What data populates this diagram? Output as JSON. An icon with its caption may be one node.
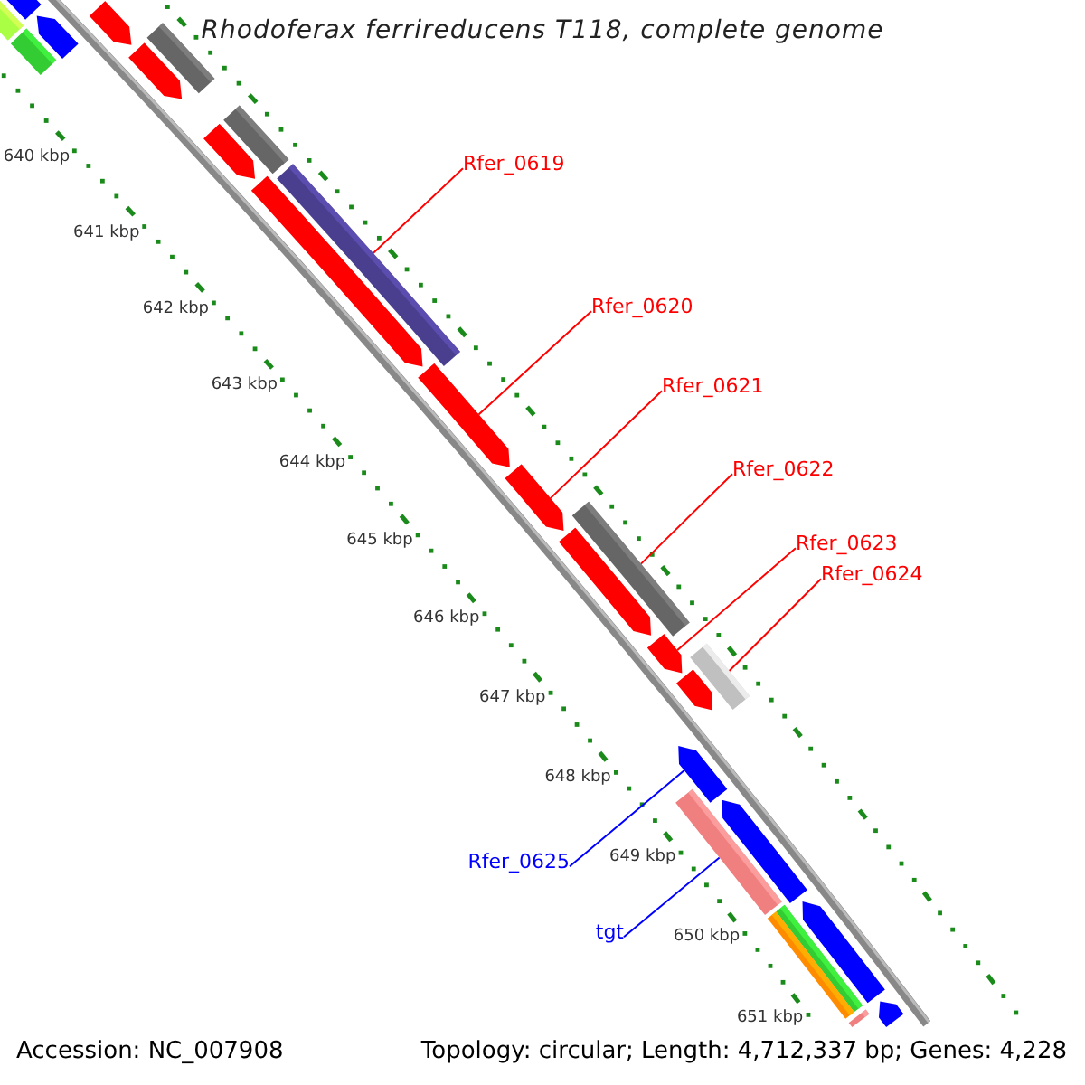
{
  "diagram": {
    "title": "Rhodoferax ferrireducens T118, complete genome",
    "nodes": [
      {
        "text": [
          "Rfer_0619"
        ]
      },
      {
        "text": [
          "Rfer_0620"
        ]
      },
      {
        "text": [
          "Rfer_0621"
        ]
      },
      {
        "text": [
          "Rfer_0622"
        ]
      },
      {
        "text": [
          "Rfer_0623"
        ]
      },
      {
        "text": [
          "Rfer_0624"
        ]
      },
      {
        "text": [
          "Rfer_0625"
        ]
      },
      {
        "text": [
          "tgt"
        ]
      },
      {
        "text": [],
        "shape": "bar"
      },
      {
        "text": [],
        "shape": "arrow"
      },
      {
        "text": [],
        "shape": "arrow"
      },
      {
        "text": [],
        "shape": "bar"
      },
      {
        "text": [],
        "shape": "arrow"
      },
      {
        "text": [],
        "shape": "bar"
      },
      {
        "text": [],
        "shape": "arrow"
      },
      {
        "text": [],
        "shape": "bar"
      },
      {
        "text": [],
        "shape": "arrow"
      },
      {
        "text": [],
        "shape": "arrow"
      },
      {
        "text": [],
        "shape": "bar"
      },
      {
        "text": [],
        "shape": "arrow"
      },
      {
        "text": [],
        "shape": "arrow"
      },
      {
        "text": [],
        "shape": "bar"
      },
      {
        "text": [],
        "shape": "arrow"
      },
      {
        "text": [],
        "shape": "arrow"
      },
      {
        "text": [],
        "shape": "bar"
      },
      {
        "text": [],
        "shape": "arrow"
      },
      {
        "text": [],
        "shape": "arrow"
      },
      {
        "text": [],
        "shape": "bar"
      },
      {
        "text": [],
        "shape": "arrow"
      },
      {
        "text": [],
        "shape": "bar"
      },
      {
        "text": [],
        "shape": "bar"
      },
      {
        "text": [],
        "shape": "arrow"
      },
      {
        "text": [],
        "shape": "bar"
      },
      {
        "text": [],
        "shape": "arrow"
      }
    ],
    "edges": [
      {
        "from": 0,
        "to": 18,
        "arrow": "none"
      },
      {
        "from": 1,
        "to": 19,
        "arrow": "none"
      },
      {
        "from": 2,
        "to": 20,
        "arrow": "none"
      },
      {
        "from": 3,
        "to": 21,
        "arrow": "none"
      },
      {
        "from": 4,
        "to": 23,
        "arrow": "none"
      },
      {
        "from": 5,
        "to": 24,
        "arrow": "none"
      },
      {
        "from": 6,
        "to": 26,
        "arrow": "none",
        "color": "#0000ff"
      },
      {
        "from": 7,
        "to": 27,
        "arrow": "none",
        "color": "#0000ff"
      }
    ],
    "labels": [
      "640 kbp",
      "641 kbp",
      "642 kbp",
      "643 kbp",
      "644 kbp",
      "645 kbp",
      "646 kbp",
      "647 kbp",
      "648 kbp",
      "649 kbp",
      "650 kbp",
      "651 kbp",
      "Accession: NC_007908",
      "Topology: circular; Length: 4,712,337 bp; Genes: 4,228"
    ]
  }
}
